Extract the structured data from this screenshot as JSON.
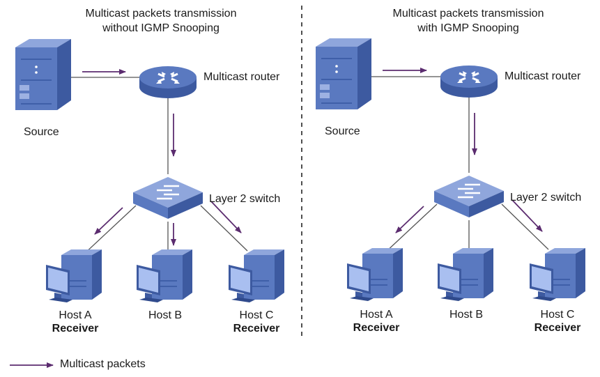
{
  "panels": [
    {
      "title_line1": "Multicast packets transmission",
      "title_line2": "without IGMP Snooping",
      "source_label": "Source",
      "router_label": "Multicast router",
      "switch_label": "Layer 2 switch",
      "hosts": [
        {
          "name": "Host A",
          "role": "Receiver",
          "receives_packets": true
        },
        {
          "name": "Host B",
          "role": "",
          "receives_packets": true
        },
        {
          "name": "Host C",
          "role": "Receiver",
          "receives_packets": true
        }
      ]
    },
    {
      "title_line1": "Multicast packets transmission",
      "title_line2": "with IGMP Snooping",
      "source_label": "Source",
      "router_label": "Multicast router",
      "switch_label": "Layer 2 switch",
      "hosts": [
        {
          "name": "Host A",
          "role": "Receiver",
          "receives_packets": true
        },
        {
          "name": "Host B",
          "role": "",
          "receives_packets": false
        },
        {
          "name": "Host C",
          "role": "Receiver",
          "receives_packets": true
        }
      ]
    }
  ],
  "legend": {
    "label": "Multicast packets"
  },
  "colors": {
    "arrow": "#5b2c6f",
    "link": "#555555",
    "device_body": "#5a79c0",
    "device_top": "#8fa6dc",
    "device_side": "#3d5aa0",
    "monitor_screen": "#a9bff0",
    "divider": "#222222"
  }
}
